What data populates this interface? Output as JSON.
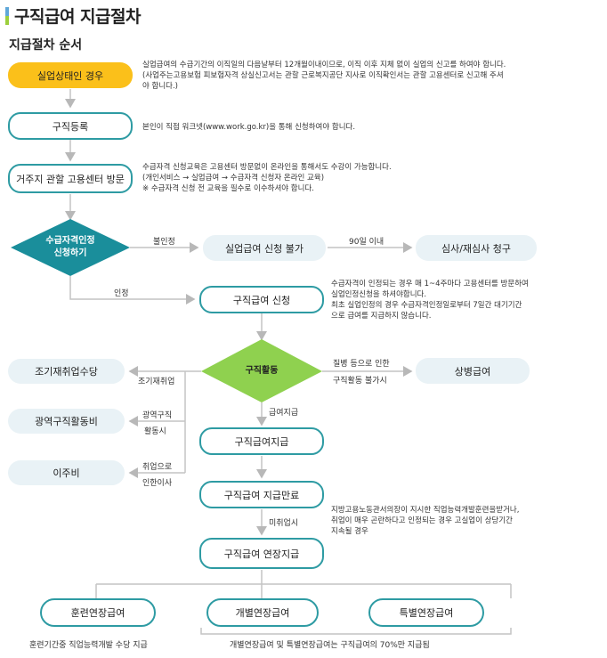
{
  "header": {
    "title": "구직급여 지급절차",
    "section_title": "지급절차 순서"
  },
  "nodes": {
    "unemployed": "실업상태인 경우",
    "register": "구직등록",
    "visit_center": "거주지 관할 고용센터 방문",
    "eligibility_line1": "수급자격인정",
    "eligibility_line2": "신청하기",
    "not_allowed": "실업급여 신청 불가",
    "review": "심사/재심사 청구",
    "apply": "구직급여 신청",
    "activity": "구직활동",
    "early_reemployment": "조기재취업수당",
    "sick_pay": "상병급여",
    "wide_area": "광역구직활동비",
    "moving": "이주비",
    "pay": "구직급여지급",
    "pay_end": "구직급여 지급만료",
    "extended": "구직급여 연장지급",
    "training_ext": "훈련연장급여",
    "individual_ext": "개별연장급여",
    "special_ext": "특별연장급여"
  },
  "notes": {
    "unemployed": [
      "실업급여의 수급기간의 이직일의 다음날부터 12개월이내이므로, 이직 이후 지체 없이 실업의 신고를 하여야 합니다.",
      "(사업주는고용보험 피보험자격 상실신고서는 관할 근로복지공단 지사로 이직확인서는 관할 고용센터로 신고해 주셔",
      "야 합니다.)"
    ],
    "register": [
      "본인이 직접 워크넷(www.work.go.kr)을 통해 신청하여야 합니다."
    ],
    "visit_center": [
      "수급자격 신청교육은 고용센터 방문없이 온라인을 통해서도 수강이 가능합니다.",
      "(개인서비스 → 실업급여 → 수급자격 신청자 온라인 교육)",
      "※ 수급자격 신청 전 교육을 필수로 이수하셔야 합니다."
    ],
    "apply": [
      "수급자격이 인정되는 경우 매 1~4주마다 고용센터를 방문하여",
      "실업인정신청을 하셔야합니다.",
      "최초 실업인정의 경우 수급자격인정일로부터 7일간 대기기간",
      "으로 급여를 지급하지 않습니다."
    ],
    "pay_end": [
      "지방고용노동관서의장이 지시한 직업능력개발훈련을받거나,",
      "취업이 매우 곤란하다고 인정되는 경우 고실업이 상당기간",
      "지속될 경우"
    ]
  },
  "labels": {
    "not_approved": "불인정",
    "within_90": "90일 이내",
    "approved": "인정",
    "sickness_line1": "질병 등으로 인한",
    "sickness_line2": "구직활동 불가시",
    "early_reemploy": "조기재취업",
    "wide_line1": "광역구직",
    "wide_line2": "활동시",
    "move_line1": "취업으로",
    "move_line2": "인한이사",
    "pay_label": "급여지급",
    "not_employed": "미취업시"
  },
  "footer": {
    "training_note": "훈련기간중 직업능력개발 수당 지급",
    "ext_note": "개별연장급여 및 특별연장급여는 구직급여의 70%만 지급됨"
  },
  "colors": {
    "teal": "#2e9ba3",
    "diamond_teal": "#1a8e9b",
    "diamond_green": "#8fd14f",
    "yellow": "#fbc01a",
    "gray_node": "#e9f2f6",
    "title_blue": "#5fa7d9",
    "title_green": "#9ccf3c"
  }
}
